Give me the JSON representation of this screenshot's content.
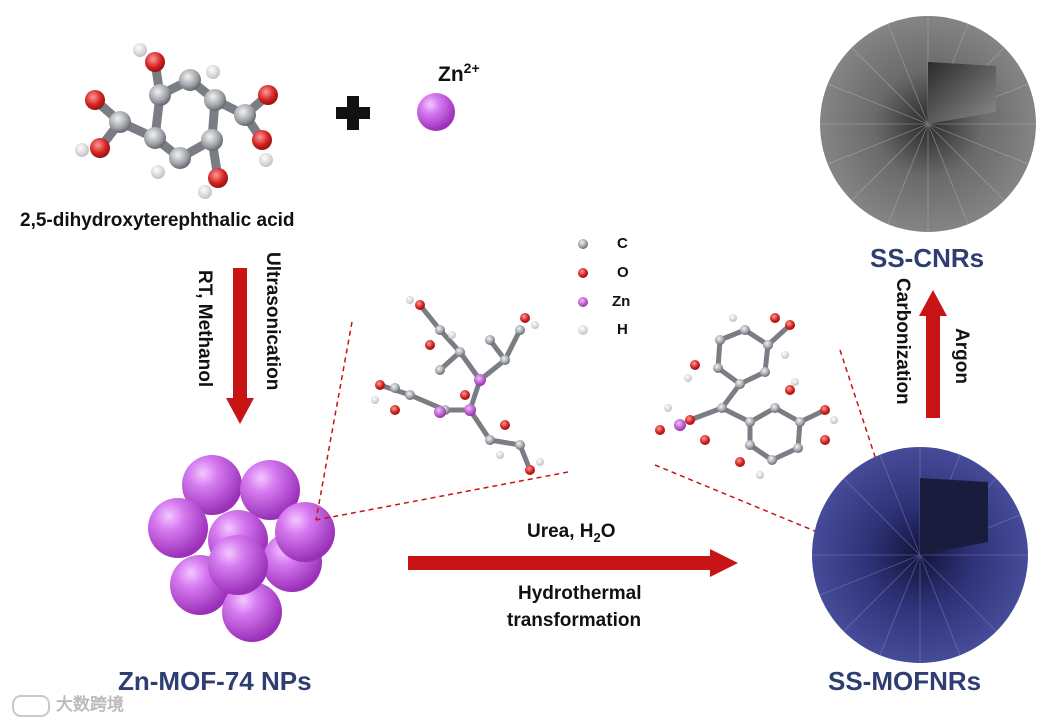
{
  "reactant_label": "2,5-dihydroxyterephthalic acid",
  "ion_label": {
    "base": "Zn",
    "superscript": "2+"
  },
  "step1": {
    "line1": "Ultrasonication",
    "line2": "RT, Methanol"
  },
  "legend": [
    {
      "symbol": "C",
      "color": "#6b6f78"
    },
    {
      "symbol": "O",
      "color": "#a3312e"
    },
    {
      "symbol": "Zn",
      "color": "#b034b8"
    },
    {
      "symbol": "H",
      "color": "#e6e6e6"
    }
  ],
  "step2": {
    "reagent_base": "Urea, H",
    "reagent_sub": "2",
    "reagent_tail": "O",
    "line1": "Hydrothermal",
    "line2": "transformation"
  },
  "step3": {
    "label1": "Carbonization",
    "label2": "Argon"
  },
  "product1": "Zn-MOF-74 NPs",
  "product2": "SS-MOFNRs",
  "product3": "SS-CNRs",
  "watermark": "大数跨境",
  "colors": {
    "arrow": "#c81414",
    "navy": "#2e3e72",
    "mofnr": "#3b3f8c",
    "cnr": "#555555",
    "sphere": "#c75ae0"
  }
}
